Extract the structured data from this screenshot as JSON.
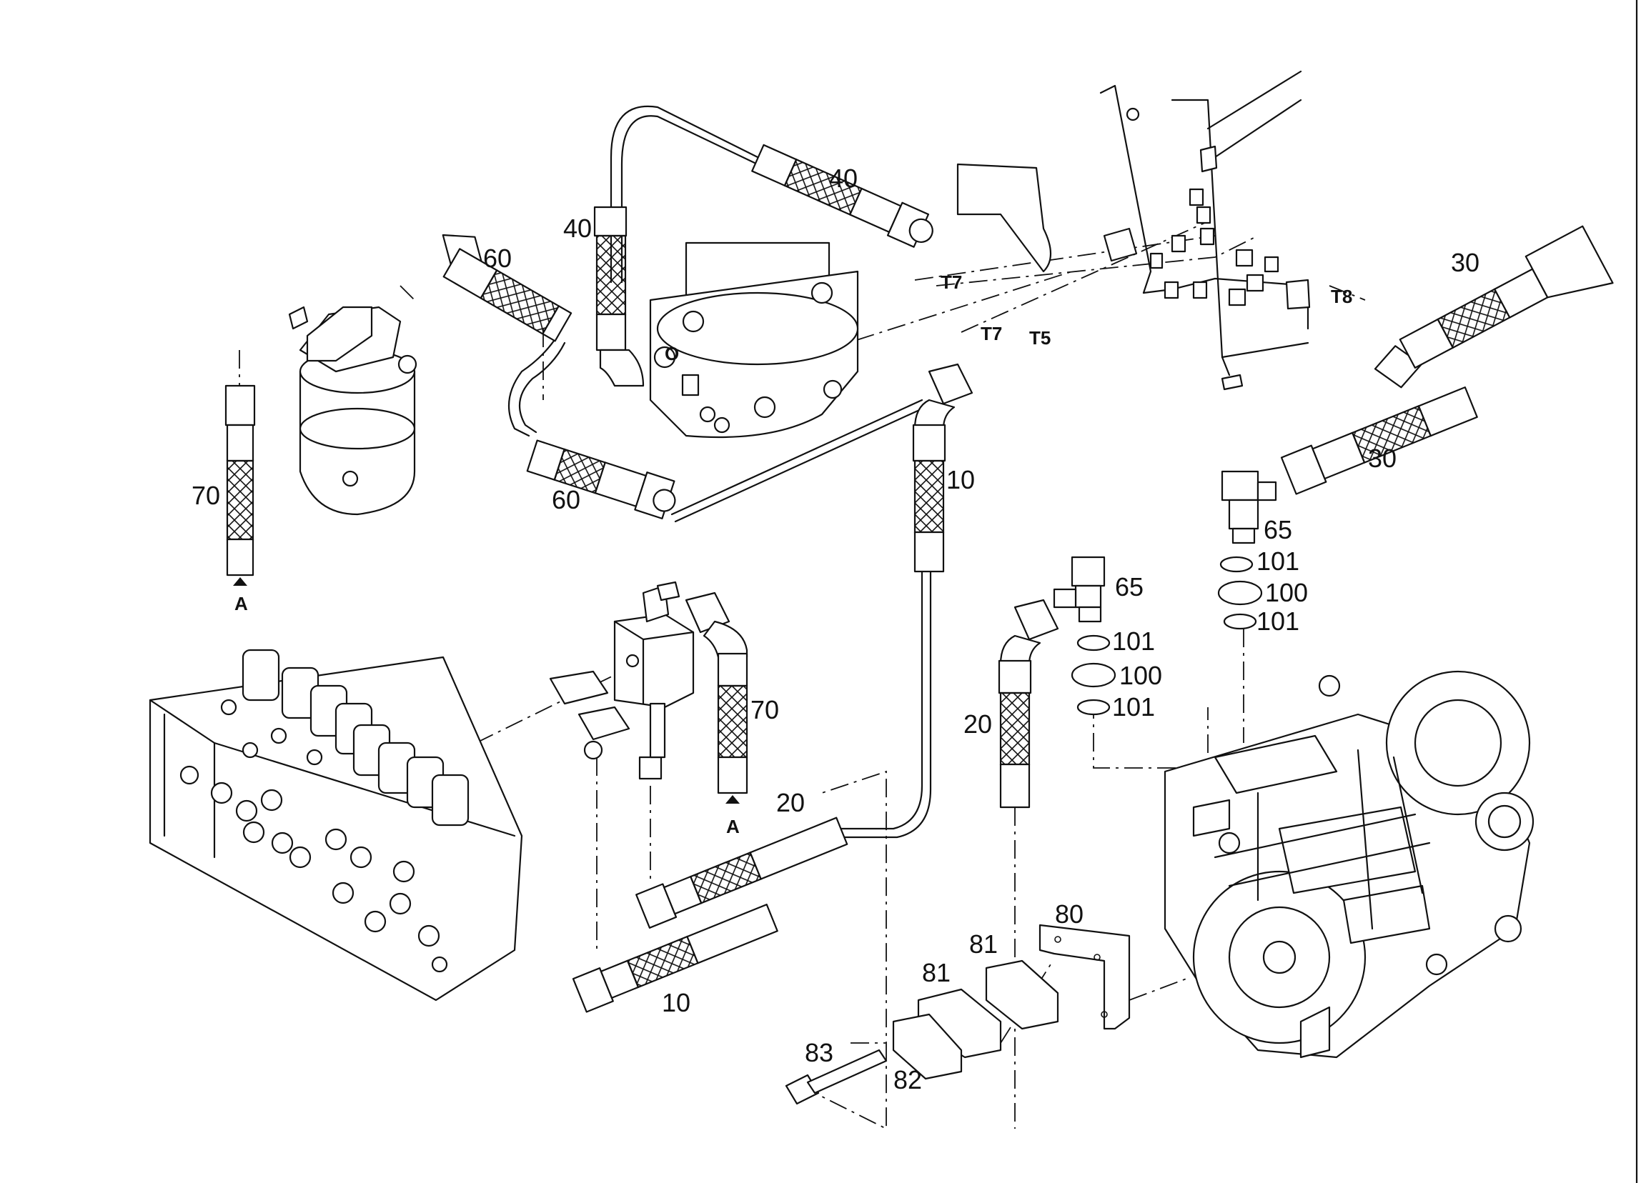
{
  "diagram": {
    "labels": {
      "hose_40_a": "40",
      "hose_40_b": "40",
      "hose_60_a": "60",
      "hose_60_b": "60",
      "hose_70_a": "70",
      "hose_70_b": "70",
      "hose_30_a": "30",
      "hose_30_b": "30",
      "hose_10_a": "10",
      "hose_10_b": "10",
      "hose_20_a": "20",
      "hose_20_b": "20",
      "fitting_65_a": "65",
      "fitting_65_b": "65",
      "seal_101_a": "101",
      "seal_100_a": "100",
      "seal_101_b": "101",
      "seal_101_c": "101",
      "seal_100_b": "100",
      "seal_101_d": "101",
      "bracket_80": "80",
      "clamp_81_a": "81",
      "clamp_81_b": "81",
      "plate_82": "82",
      "bolt_83": "83",
      "port_t7_a": "T7",
      "port_t7_b": "T7",
      "port_t5": "T5",
      "port_t8": "T8",
      "port_o": "O",
      "ref_a_1": "A",
      "ref_a_2": "A"
    }
  }
}
